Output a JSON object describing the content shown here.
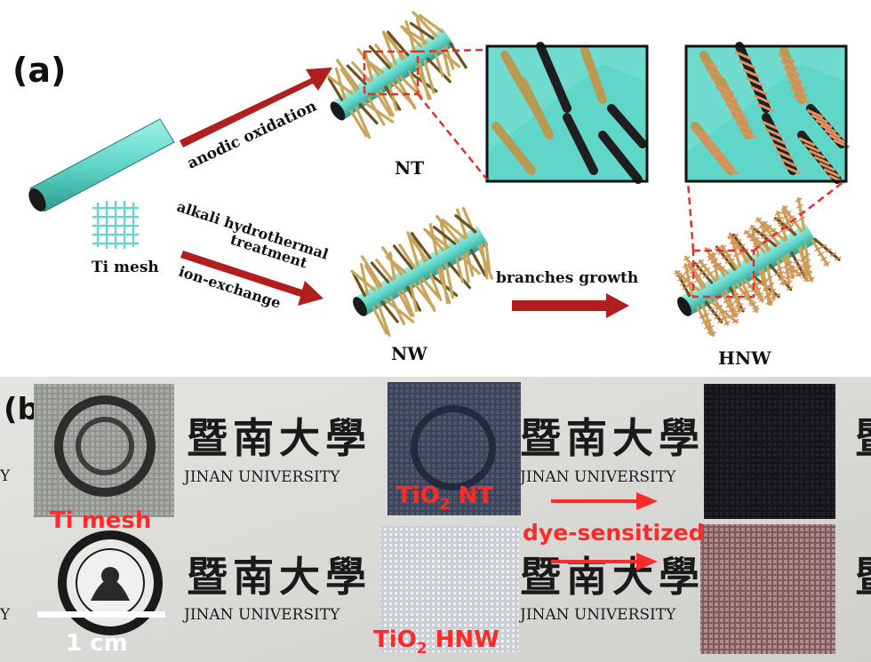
{
  "panel_a": {
    "label": "(a)",
    "ti_mesh_label": "Ti mesh",
    "arrow_top_label": "anodic oxidation",
    "arrow_bottom_labels": [
      "alkali hydrothermal",
      "treatment",
      "ion-exchange"
    ],
    "nt_label": "NT",
    "nw_label": "NW",
    "branches_label": "branches growth",
    "hnw_label": "HNW"
  },
  "panel_b": {
    "label": "(b)",
    "logo_text": "暨南大學",
    "university_text": "JINAN UNIVERSITY",
    "ti_mesh_label": "Ti mesh",
    "tio2_nt_label": {
      "main": "TiO",
      "sub": "2",
      "rest": " NT"
    },
    "tio2_hnw_label": {
      "main": "TiO",
      "sub": "2",
      "rest": " HNW"
    },
    "dye_label": "dye-sensitized",
    "scale_label": "1 cm"
  },
  "colors": {
    "wire": "#5fd6c8",
    "wire_dark": "#2d8f86",
    "rod": "#c8a55a",
    "rod_dark": "#6b5220",
    "branch": "#d98a5a",
    "arrow": "#b01e1e",
    "red_text": "#ff2a2a",
    "dash": "#e23030",
    "photo_bg": "#dcdcd8"
  }
}
